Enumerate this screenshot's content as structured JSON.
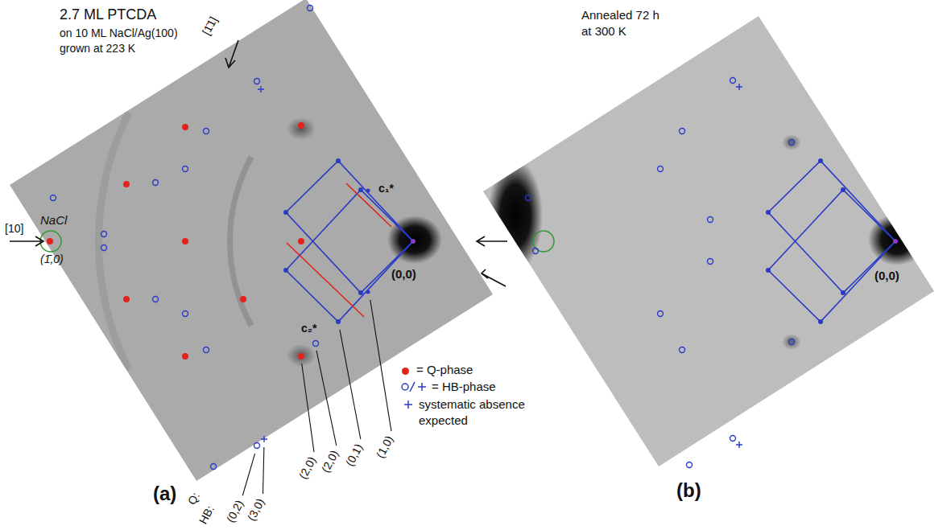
{
  "diagram": {
    "labels": [
      "2.7 ML PTCDA",
      "on 10 ML NaCl/Ag(100)",
      "grown at 223 K",
      "[1̄1]",
      "[10]",
      "NaCl",
      "(1̄,0)",
      "c₁*",
      "c₂*",
      "(0,0)",
      "(2,0)",
      "(2,0)",
      "(0,1)",
      "(1,0)",
      "Q:",
      "HB:",
      "(0,2)",
      "(3,0)",
      "(a)",
      "Annealed 72 h",
      "at 300 K",
      "(0,0)",
      "(b)"
    ],
    "legend": [
      {
        "text": "= Q-phase",
        "color": "#e0231c"
      },
      {
        "text": "= HB-phase"
      },
      {
        "text": "systematic absence expected"
      }
    ]
  }
}
